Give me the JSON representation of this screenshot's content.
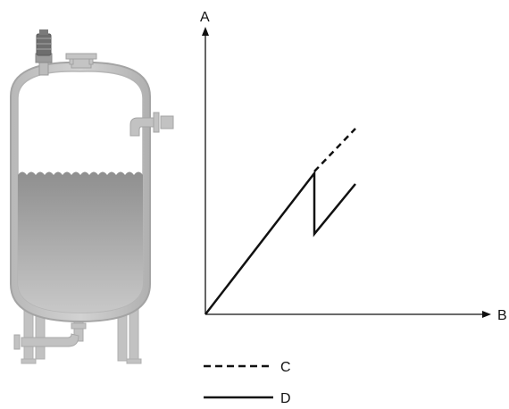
{
  "diagram": {
    "axes": {
      "y_label": "A",
      "x_label": "B"
    },
    "legend": [
      {
        "label": "C",
        "line_style": "dashed"
      },
      {
        "label": "D",
        "line_style": "solid"
      }
    ],
    "colors": {
      "line": "#111111",
      "vessel_outline": "#c9c9c9",
      "vessel_fill": "#a9a9a9",
      "liquid_top": "#8f8f8f",
      "liquid_bottom": "#c4c4c4",
      "motor": "#6e6e6e"
    }
  }
}
